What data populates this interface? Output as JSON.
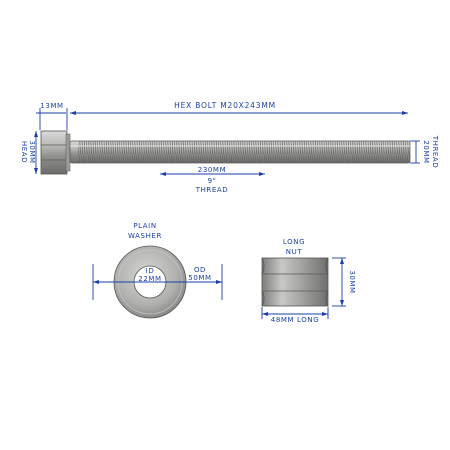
{
  "bolt": {
    "title": "HEX BOLT M20X243MM",
    "head_length": "13MM",
    "head_label_1": "HEAD",
    "head_label_2": "30MM",
    "thread_dia_1": "20MM",
    "thread_dia_2": "THREAD",
    "thread_len_1": "230MM",
    "thread_len_2": "9\"",
    "thread_len_3": "THREAD"
  },
  "washer": {
    "label_1": "PLAIN",
    "label_2": "WASHER",
    "id_label": "ID",
    "id_value": "22MM",
    "od_label": "OD",
    "od_value": "50MM"
  },
  "nut": {
    "label_1": "LONG",
    "label_2": "NUT",
    "height": "30MM",
    "length": "48MM LONG"
  },
  "colors": {
    "ink": "#1a3fa8",
    "metal": "#a9aaa8"
  }
}
